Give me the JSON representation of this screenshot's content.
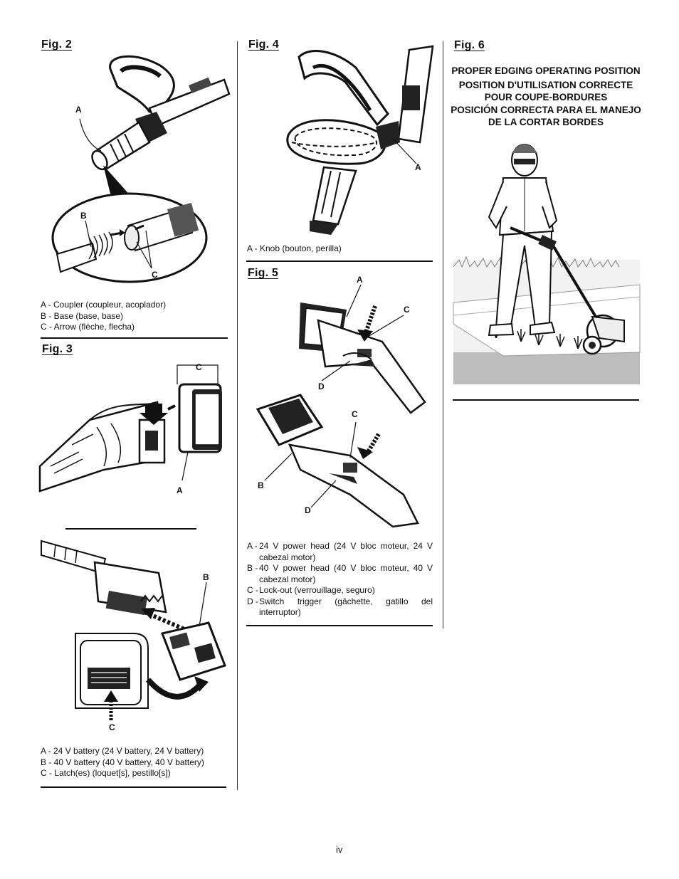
{
  "figures": {
    "fig2": {
      "title": "Fig. 2",
      "callouts": {
        "a": "A",
        "b": "B",
        "c": "C"
      },
      "legend": [
        "A - Coupler (coupleur, acoplador)",
        "B - Base (base, base)",
        "C - Arrow (flèche, flecha)"
      ]
    },
    "fig3": {
      "title": "Fig. 3",
      "callouts": {
        "a": "A",
        "b": "B",
        "c1": "C",
        "c2": "C"
      },
      "legend": [
        "A - 24 V battery (24 V battery, 24 V battery)",
        "B - 40 V battery (40 V battery, 40 V battery)",
        "C - Latch(es) (loquet[s], pestillo[s])"
      ]
    },
    "fig4": {
      "title": "Fig. 4",
      "callouts": {
        "a": "A"
      },
      "legend": [
        "A - Knob (bouton, perilla)"
      ]
    },
    "fig5": {
      "title": "Fig. 5",
      "callouts": {
        "a": "A",
        "b": "B",
        "c1": "C",
        "c2": "C",
        "d1": "D",
        "d2": "D"
      },
      "legend": [
        {
          "key": "A -",
          "text": "24 V power head (24 V bloc moteur, 24 V cabezal motor)"
        },
        {
          "key": "B -",
          "text": "40 V power head (40 V bloc moteur, 40 V cabezal motor)"
        },
        {
          "key": "C -",
          "text": "Lock-out (verrouillage, seguro)"
        },
        {
          "key": "D -",
          "text": "Switch trigger (gâchette, gatillo del interruptor)"
        }
      ]
    },
    "fig6": {
      "title": "Fig. 6",
      "heading": {
        "en": "PROPER EDGING OPERATING POSITION",
        "fr_line1": "POSITION D'UTILISATION CORRECTE",
        "fr_line2": "POUR COUPE-BORDURES",
        "es_line1": "POSICIÓN CORRECTA PARA EL MANEJO",
        "es_line2": "DE LA CORTAR BORDES"
      }
    }
  },
  "page_number": "iv"
}
